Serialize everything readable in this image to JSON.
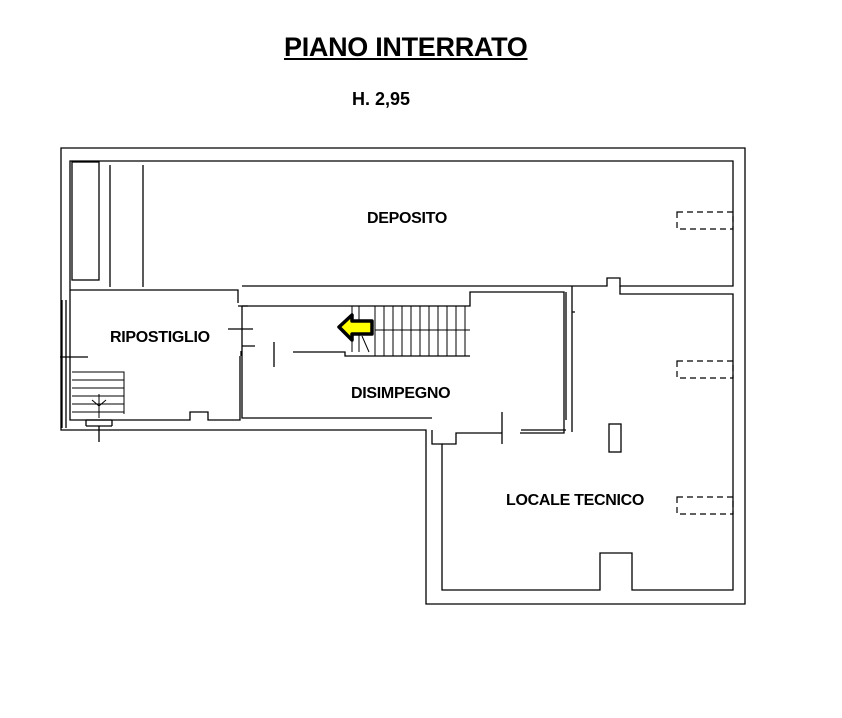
{
  "title": "PIANO INTERRATO",
  "height": "H. 2,95",
  "rooms": {
    "deposito": "DEPOSITO",
    "ripostiglio": "RIPOSTIGLIO",
    "disimpegno": "DISIMPEGNO",
    "locale_tecnico": "LOCALE TECNICO"
  },
  "colors": {
    "wall": "#000000",
    "arrow_fill": "#ffff00",
    "background": "#ffffff"
  },
  "icons": {
    "entrance_arrow": "arrow-left-icon"
  }
}
